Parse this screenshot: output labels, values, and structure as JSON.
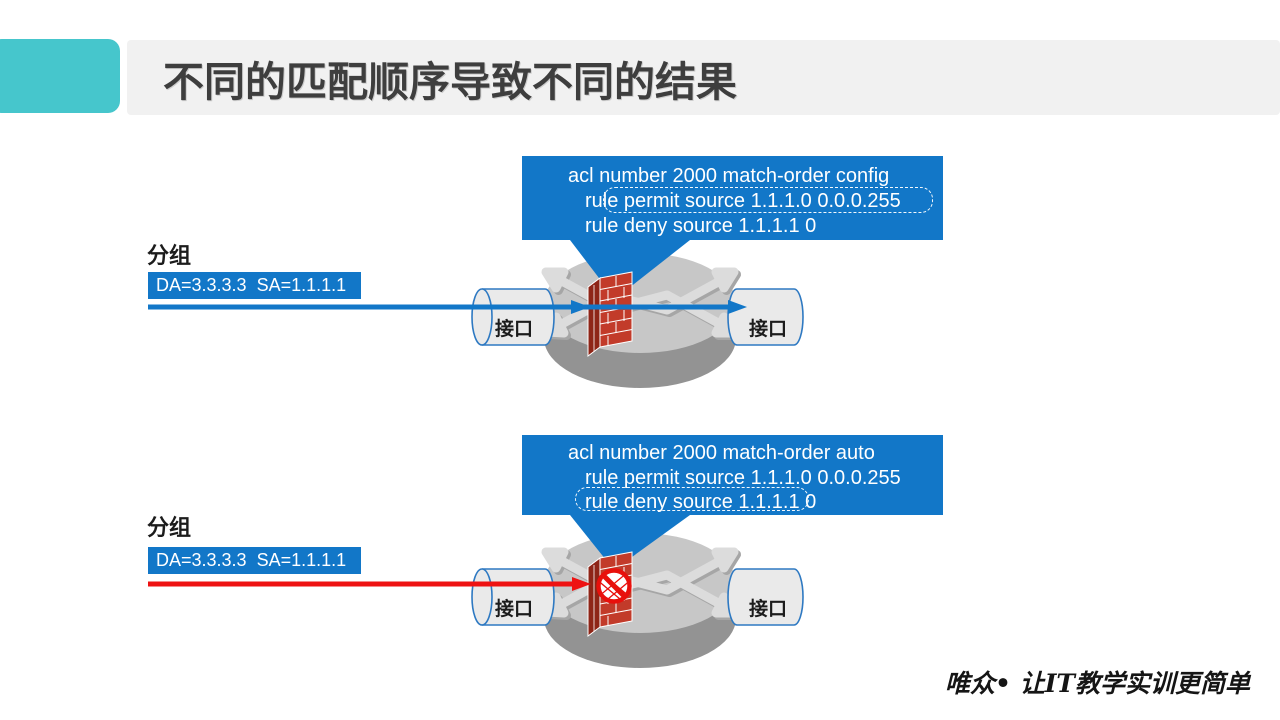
{
  "slide": {
    "title": "不同的匹配顺序导致不同的结果",
    "watermark": "唯众• 让IT教学实训更简单"
  },
  "colors": {
    "accent_teal": "#46C6CC",
    "header_bar_gray": "#F1F1F1",
    "title_text": "#3E3E3E",
    "acl_callout_blue": "#1277C8",
    "packet_box_blue": "#1277C8",
    "flow_arrow_blue": "#1277C8",
    "flow_arrow_red": "#EE1212",
    "firewall_red": "#C23B2A",
    "router_gray": "#C7C7C7"
  },
  "icons": {
    "router-icon": "gray cylinder with crossing arrows",
    "firewall-icon": "red brick wall",
    "prohibition-icon": "no-entry circle with slash",
    "interface-cylinder": "small tube connector",
    "callout-pointer": "triangle pointer"
  },
  "scenarios": [
    {
      "id": "config",
      "acl_line1": "acl number 2000 match-order config",
      "acl_line2": "rule permit source 1.1.1.0 0.0.0.255",
      "acl_line3": "rule deny source 1.1.1.1 0",
      "highlighted_rule": "rule permit source 1.1.1.0 0.0.0.255",
      "packet_label": "分组",
      "packet_fields": "DA=3.3.3.3  SA=1.1.1.1",
      "interface_left": "接口",
      "interface_right": "接口"
    },
    {
      "id": "auto",
      "acl_line1": "acl number 2000 match-order auto",
      "acl_line2": "rule permit source 1.1.1.0 0.0.0.255",
      "acl_line3": "rule deny source 1.1.1.1 0",
      "highlighted_rule": "rule deny source 1.1.1.1 0",
      "packet_label": "分组",
      "packet_fields": "DA=3.3.3.3  SA=1.1.1.1",
      "interface_left": "接口",
      "interface_right": "接口"
    }
  ]
}
